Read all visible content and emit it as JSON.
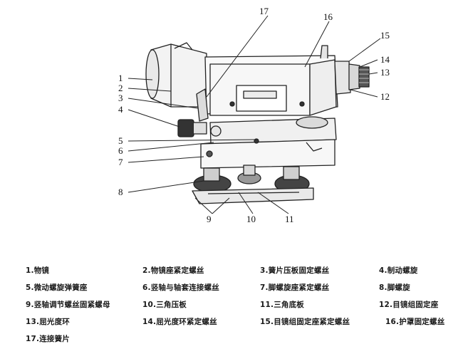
{
  "callouts": [
    "1",
    "2",
    "3",
    "4",
    "5",
    "6",
    "7",
    "8",
    "9",
    "10",
    "11",
    "12",
    "13",
    "14",
    "15",
    "16",
    "17"
  ],
  "legend": [
    "1.物镜",
    "2.物镜座紧定螺丝",
    "3.簧片压板固定螺丝",
    "4.制动螺旋",
    "5.微动螺旋弹簧座",
    "6.竖轴与轴套连接螺丝",
    "7.脚螺旋座紧定螺丝",
    "8.脚螺旋",
    "9.竖轴调节螺丝固紧螺母",
    "10.三角压板",
    "11.三角底板",
    "12.目镜组固定座",
    "13.屈光度环",
    "14.屈光度环紧定螺丝",
    "15.目镜组固定座紧定螺丝",
    "16.护罩固定螺丝",
    "17.连接簧片"
  ]
}
